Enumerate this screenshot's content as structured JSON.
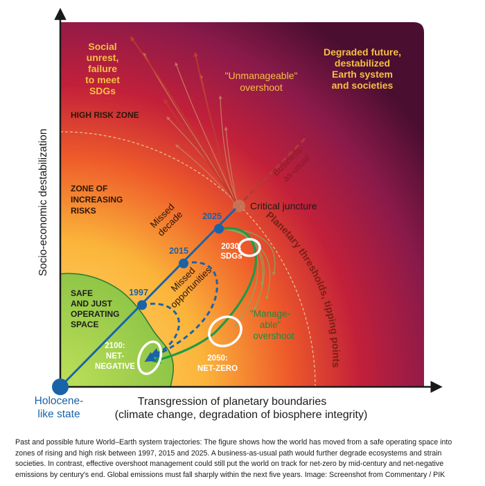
{
  "figure": {
    "y_axis_label": "Socio-economic destabilization",
    "x_axis_label_1": "Transgression of planetary boundaries",
    "x_axis_label_2": "(climate change, degradation of biosphere integrity)",
    "origin_label_1": "Holocene-",
    "origin_label_2": "like state",
    "zones": {
      "safe": [
        "SAFE",
        "AND JUST",
        "OPERATING",
        "SPACE"
      ],
      "increasing": [
        "ZONE OF",
        "INCREASING",
        "RISKS"
      ],
      "high": "HIGH RISK ZONE"
    },
    "social_unrest": [
      "Social",
      "unrest,",
      "failure",
      "to meet",
      "SDGs"
    ],
    "degraded_future": [
      "Degraded future,",
      "destabilized",
      "Earth system",
      "and societies"
    ],
    "unmanageable": [
      "\"Unmanageable\"",
      "overshoot"
    ],
    "manageable": [
      "\"Manage-",
      "able\"",
      "overshoot"
    ],
    "business_as_usual": [
      "Business-",
      "as-usual"
    ],
    "critical_juncture": "Critical juncture",
    "planetary_thresholds": "Planetary thresholds, tipping points",
    "missed_decade": [
      "Missed",
      "decade"
    ],
    "missed_opportunities": [
      "Missed",
      "opportunities"
    ],
    "years": {
      "y1997": "1997",
      "y2015": "2015",
      "y2025": "2025"
    },
    "sdgs_2030": [
      "2030:",
      "SDGs"
    ],
    "netzero_2050": [
      "2050:",
      "NET-ZERO"
    ],
    "netneg_2100": [
      "2100:",
      "NET-",
      "NEGATIVE"
    ],
    "colors": {
      "trajectory_blue": "#1a63a8",
      "manageable_green": "#1f9a48",
      "unmanageable_red": "#c0392b",
      "zone_label_dark": "#2b1608",
      "warm_text": "#f6c043"
    }
  },
  "caption": "Past and possible future World–Earth system trajectories: The figure shows how the world has moved from a safe operating space into zones of rising and high risk between 1997, 2015 and 2025. A business-as-usual path would further degrade ecosystems and strain societies. In contrast, effective overshoot management could still put the world on track for net-zero by mid-century and net-negative emissions by century's end. Global emissions must fall sharply within the next five years. Image: Screenshot from Commentary / PIK"
}
